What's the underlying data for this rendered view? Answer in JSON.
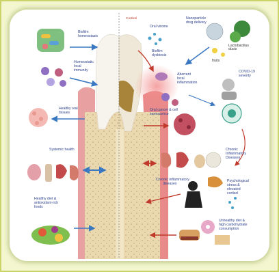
{
  "labels": {
    "cortisol_top": "Cortisol",
    "nanoparticle": [
      "Nanoparticle",
      "drug delivery"
    ],
    "oral_virome": "Oral virome",
    "biofilm_homeostasis": [
      "Biofilm",
      "homeostasis"
    ],
    "biofilm_dysbiosis": [
      "Biofilm",
      "dysbiosis"
    ],
    "lactobacillus": [
      "Lactobacillus",
      "ducts"
    ],
    "fruits": "fruits",
    "homeostatic_immunity": [
      "Homeostatic",
      "local",
      "immunity"
    ],
    "aberrant_inflammation": [
      "Aberrant",
      "local",
      "inflammation"
    ],
    "covid": [
      "COVID-19",
      "severity"
    ],
    "healthy_oral_tissues": [
      "Healthy oral",
      "tissues"
    ],
    "oral_cancer": [
      "Oral cancer & cell",
      "senescence"
    ],
    "systemic_health": "Systemic health",
    "chronic_inflammatory_right": [
      "Chronic",
      "Inflammatory",
      "Diseases"
    ],
    "chronic_inflammatory_center": [
      "Chronic inflammatory",
      "diseases"
    ],
    "psychological_stress": [
      "Psychological",
      "stress &",
      "elevated",
      "cortisol"
    ],
    "healthy_diet": [
      "Healthy diet &",
      "antioxidant-rich",
      "foods"
    ],
    "unhealthy_diet": [
      "Unhealthy diet &",
      "high carbohydrate",
      "consumption"
    ]
  },
  "colors": {
    "page_bg": "#f3f6cf",
    "frame_border": "#c9d36a",
    "text_blue": "#2b3f8c",
    "arrow_blue": "#3a78c2",
    "arrow_red": "#c0392b",
    "gum_pink": "#e9a0a0",
    "bone": "#ead8b0"
  }
}
